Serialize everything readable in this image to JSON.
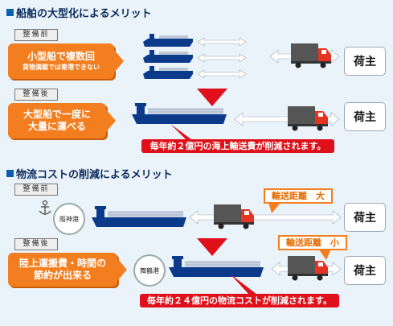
{
  "section1": {
    "title": "船舶の大型化によるメリット",
    "before_label": "整備前",
    "before_callout_line1": "小型船で複数回",
    "before_callout_line2": "貨物満載では寄港できない",
    "owner": "荷主",
    "after_label": "整備後",
    "after_callout_line1": "大型船で一度に",
    "after_callout_line2": "大量に運べる",
    "banner": "毎年約２億円の海上輸送費が削減されます。"
  },
  "section2": {
    "title": "物流コストの削減によるメリット",
    "before_label": "整備前",
    "port_before": "阪神港",
    "distance_large": "輸送距離　大",
    "owner": "荷主",
    "after_label": "整備後",
    "after_callout_line1": "陸上運搬費・時間の",
    "after_callout_line2": "節約が出来る",
    "port_after": "舞鶴港",
    "distance_small": "輸送距離　小",
    "banner": "毎年約２４億円の物流コストが削減されます。"
  },
  "colors": {
    "accent_orange": "#f27e1f",
    "banner_red": "#e0101a",
    "ship_navy": "#0b3a8a",
    "truck_red": "#e63322"
  },
  "icons": [
    "ship-icon",
    "truck-icon",
    "anchor-icon",
    "down-arrow-icon",
    "double-arrow-icon"
  ]
}
